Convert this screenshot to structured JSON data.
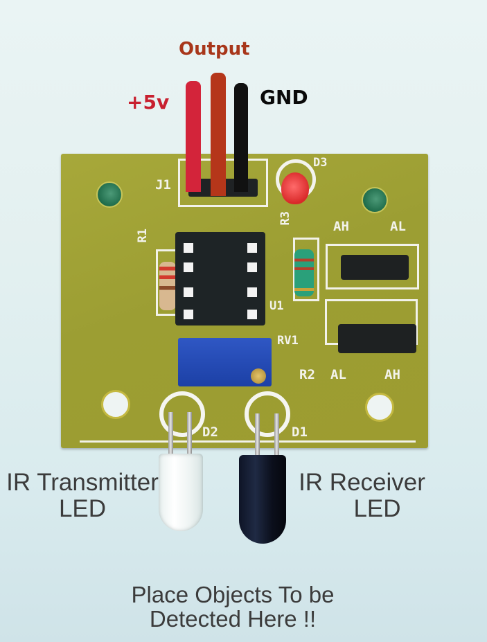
{
  "annotations": {
    "output_label": "Output",
    "vcc_label": "+5v",
    "gnd_label": "GND",
    "tx_label_line1": "IR Transmitter",
    "tx_label_line2": "LED",
    "rx_label_line1": "IR Receiver",
    "rx_label_line2": "LED",
    "footer_line1": "Place Objects To be",
    "footer_line2": "Detected Here !!"
  },
  "pcb": {
    "silkscreen": {
      "j1": "J1",
      "d3": "D3",
      "r1": "R1",
      "r3": "R3",
      "u1": "U1",
      "rv1": "RV1",
      "r2": "R2",
      "d1": "D1",
      "d2": "D2",
      "jumper_top_left": "AH",
      "jumper_top_right": "AL",
      "jumper_bottom_left": "AL",
      "jumper_bottom_right": "AH"
    }
  },
  "colors": {
    "vcc_wire": "#d3243a",
    "output_wire": "#b5361a",
    "gnd_wire": "#111111",
    "vcc_text": "#c8202f",
    "output_text": "#a8361a",
    "gnd_text": "#0a0a0a",
    "pcb": "#a2a336",
    "status_led": "#e23a3a"
  }
}
